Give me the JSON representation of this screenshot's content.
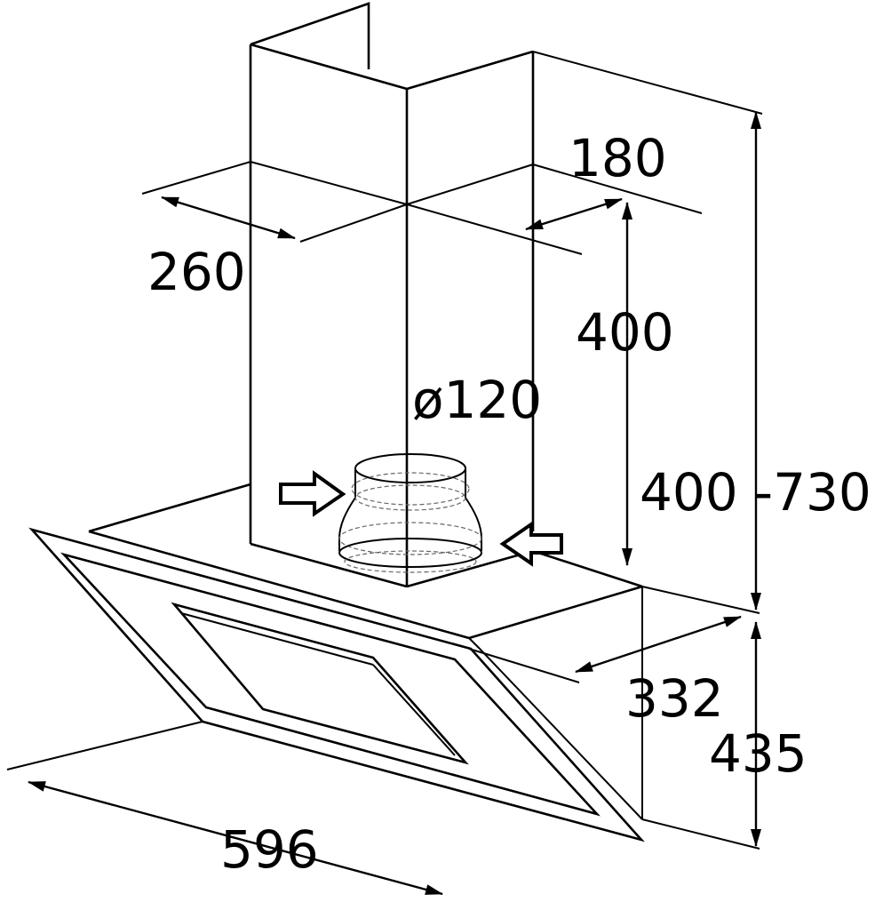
{
  "dimensions": {
    "duct_depth": "260",
    "duct_width": "180",
    "duct_min_height": "400",
    "outlet_diameter": "ø120",
    "total_height_range": "400 -730",
    "hood_depth": "332",
    "hood_height": "435",
    "hood_width": "596"
  },
  "colors": {
    "line": "#000000",
    "background": "#ffffff"
  },
  "icons": [
    "airflow-in-arrow-icon",
    "airflow-out-arrow-icon"
  ]
}
